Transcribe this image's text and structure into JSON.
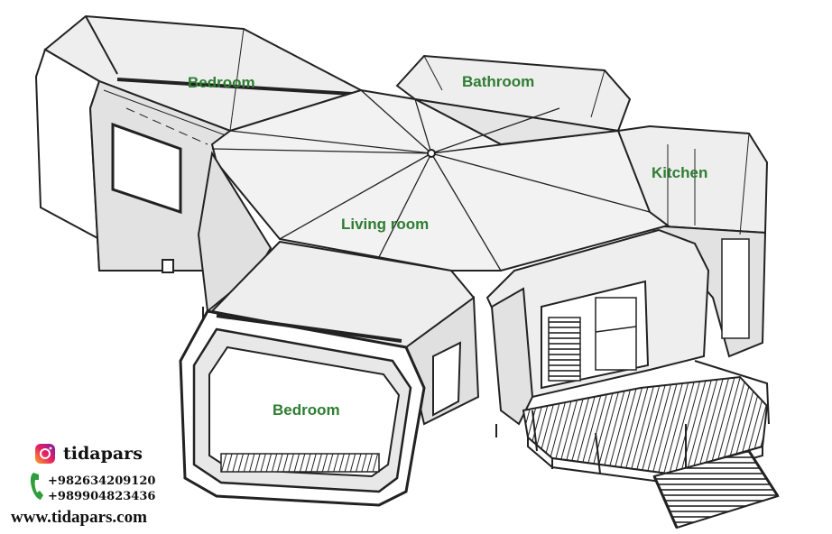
{
  "labels": {
    "bedroom_top": "Bedroom",
    "bathroom": "Bathroom",
    "kitchen": "Kitchen",
    "living_room": "Living room",
    "bedroom_bottom": "Bedroom"
  },
  "brand": {
    "name": "tidapars",
    "icon": "instagram-icon",
    "phone_icon": "phone-icon",
    "phones": [
      "+982634209120",
      "+989904823436"
    ],
    "website": "www.tidapars.com"
  },
  "colors": {
    "label": "#2e7d32",
    "line": "#222222",
    "fill": "#dedede"
  }
}
